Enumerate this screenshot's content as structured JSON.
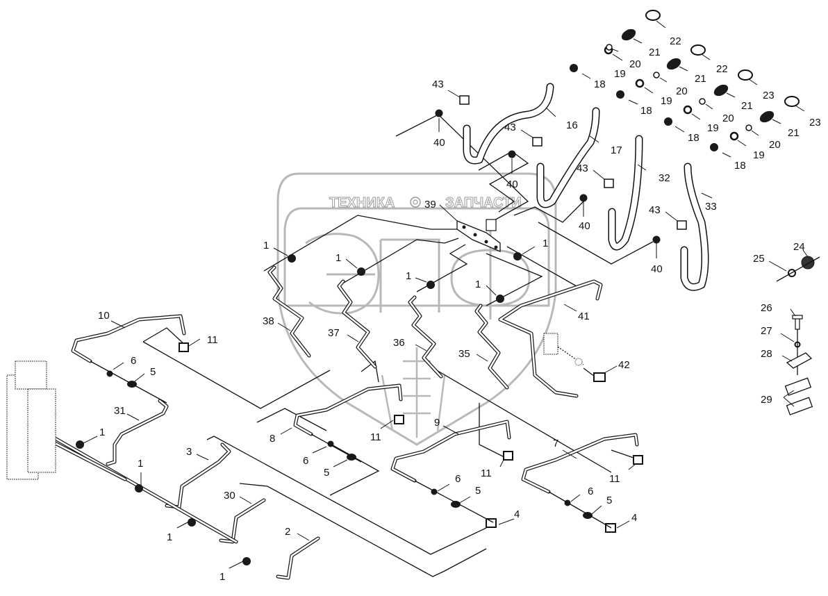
{
  "diagram": {
    "type": "exploded parts diagram (hydraulic lines)",
    "watermark": {
      "left_text": "ТЕХНИКА",
      "right_text": "ЗАПЧАСТИ",
      "logo": "ЭПФ",
      "gear_icon": "gear-icon"
    },
    "callouts": [
      {
        "id": "c43a",
        "text": "43"
      },
      {
        "id": "c40a",
        "text": "40"
      },
      {
        "id": "c43b",
        "text": "43"
      },
      {
        "id": "c40b",
        "text": "40"
      },
      {
        "id": "c43c",
        "text": "43"
      },
      {
        "id": "c40c",
        "text": "40"
      },
      {
        "id": "c43d",
        "text": "43"
      },
      {
        "id": "c40d",
        "text": "40"
      },
      {
        "id": "c16",
        "text": "16"
      },
      {
        "id": "c17",
        "text": "17"
      },
      {
        "id": "c32",
        "text": "32"
      },
      {
        "id": "c33",
        "text": "33"
      },
      {
        "id": "c18a",
        "text": "18"
      },
      {
        "id": "c18b",
        "text": "18"
      },
      {
        "id": "c18c",
        "text": "18"
      },
      {
        "id": "c18d",
        "text": "18"
      },
      {
        "id": "c19a",
        "text": "19"
      },
      {
        "id": "c19b",
        "text": "19"
      },
      {
        "id": "c19c",
        "text": "19"
      },
      {
        "id": "c19d",
        "text": "19"
      },
      {
        "id": "c20a",
        "text": "20"
      },
      {
        "id": "c20b",
        "text": "20"
      },
      {
        "id": "c20c",
        "text": "20"
      },
      {
        "id": "c20d",
        "text": "20"
      },
      {
        "id": "c21a",
        "text": "21"
      },
      {
        "id": "c21b",
        "text": "21"
      },
      {
        "id": "c21c",
        "text": "21"
      },
      {
        "id": "c21d",
        "text": "21"
      },
      {
        "id": "c22a",
        "text": "22"
      },
      {
        "id": "c22b",
        "text": "22"
      },
      {
        "id": "c23a",
        "text": "23"
      },
      {
        "id": "c23b",
        "text": "23"
      },
      {
        "id": "c39",
        "text": "39"
      },
      {
        "id": "c1a",
        "text": "1"
      },
      {
        "id": "c1b",
        "text": "1"
      },
      {
        "id": "c1c",
        "text": "1"
      },
      {
        "id": "c1d",
        "text": "1"
      },
      {
        "id": "c1e",
        "text": "1"
      },
      {
        "id": "c1f",
        "text": "1"
      },
      {
        "id": "c1g",
        "text": "1"
      },
      {
        "id": "c1h",
        "text": "1"
      },
      {
        "id": "c1i",
        "text": "1"
      },
      {
        "id": "c38",
        "text": "38"
      },
      {
        "id": "c37",
        "text": "37"
      },
      {
        "id": "c36",
        "text": "36"
      },
      {
        "id": "c35",
        "text": "35"
      },
      {
        "id": "c41",
        "text": "41"
      },
      {
        "id": "c42",
        "text": "42"
      },
      {
        "id": "c24",
        "text": "24"
      },
      {
        "id": "c25",
        "text": "25"
      },
      {
        "id": "c26",
        "text": "26"
      },
      {
        "id": "c27",
        "text": "27"
      },
      {
        "id": "c28",
        "text": "28"
      },
      {
        "id": "c29",
        "text": "29"
      },
      {
        "id": "c10",
        "text": "10"
      },
      {
        "id": "c11a",
        "text": "11"
      },
      {
        "id": "c6a",
        "text": "6"
      },
      {
        "id": "c5a",
        "text": "5"
      },
      {
        "id": "c31",
        "text": "31"
      },
      {
        "id": "c3",
        "text": "3"
      },
      {
        "id": "c30",
        "text": "30"
      },
      {
        "id": "c2",
        "text": "2"
      },
      {
        "id": "c8",
        "text": "8"
      },
      {
        "id": "c11b",
        "text": "11"
      },
      {
        "id": "c6b",
        "text": "6"
      },
      {
        "id": "c5b",
        "text": "5"
      },
      {
        "id": "c9",
        "text": "9"
      },
      {
        "id": "c11c",
        "text": "11"
      },
      {
        "id": "c6c",
        "text": "6"
      },
      {
        "id": "c5c",
        "text": "5"
      },
      {
        "id": "c4a",
        "text": "4"
      },
      {
        "id": "c7",
        "text": "7"
      },
      {
        "id": "c11d",
        "text": "11"
      },
      {
        "id": "c6d",
        "text": "6"
      },
      {
        "id": "c5d",
        "text": "5"
      },
      {
        "id": "c4b",
        "text": "4"
      }
    ]
  }
}
